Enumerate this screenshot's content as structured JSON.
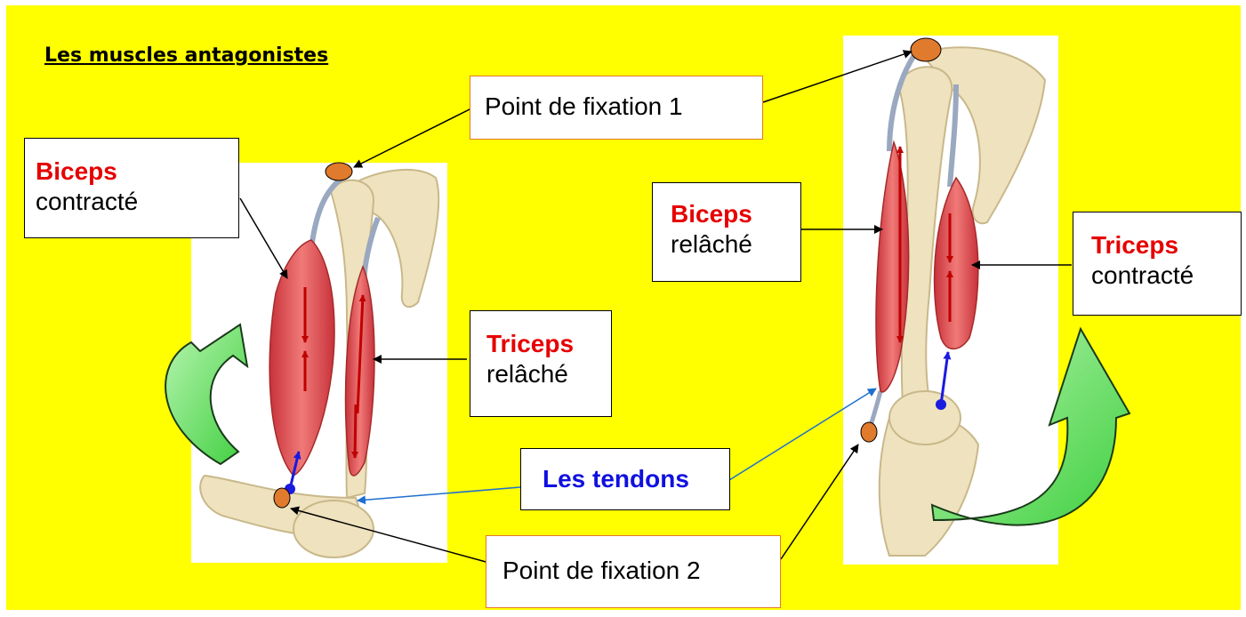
{
  "title": "Les muscles antagonistes",
  "labels": {
    "fixation1": "Point de fixation 1",
    "fixation2": "Point de fixation 2",
    "tendons": "Les tendons",
    "left_biceps_name": "Biceps",
    "left_biceps_state": "contracté",
    "left_triceps_name": "Triceps",
    "left_triceps_state": "relâché",
    "right_biceps_name": "Biceps",
    "right_biceps_state": "relâché",
    "right_triceps_name": "Triceps",
    "right_triceps_state": "contracté"
  },
  "colors": {
    "background": "#ffff00",
    "muscle_name": "#e60000",
    "tendon_label": "#1010e0",
    "attachment_point": "#e07a2c",
    "movement_arrow": "#66e066",
    "bone": "#efe2be"
  }
}
